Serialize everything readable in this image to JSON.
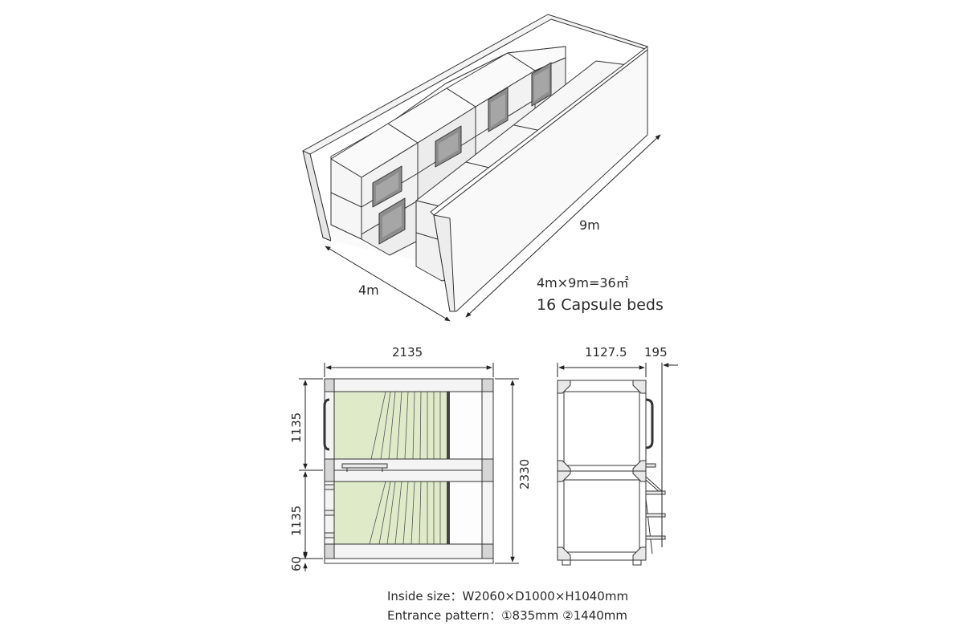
{
  "isometric": {
    "length_label": "9m",
    "width_label": "4m",
    "area_label": "4m×9m=36㎡",
    "capacity_label": "16 Capsule beds"
  },
  "front_view": {
    "width_label": "2135",
    "height_label": "2330",
    "upper_label": "1135",
    "lower_label": "1135",
    "base_label": "60"
  },
  "side_view": {
    "depth_label": "1127.5",
    "ladder_label": "195"
  },
  "captions": {
    "inside_size": "Inside size：W2060×D1000×H1040mm",
    "entrance_pattern": "Entrance pattern：①835mm ②1440mm"
  },
  "colors": {
    "curtain": "#dfeac9",
    "line": "#333333",
    "panel": "#f6f6f6"
  }
}
